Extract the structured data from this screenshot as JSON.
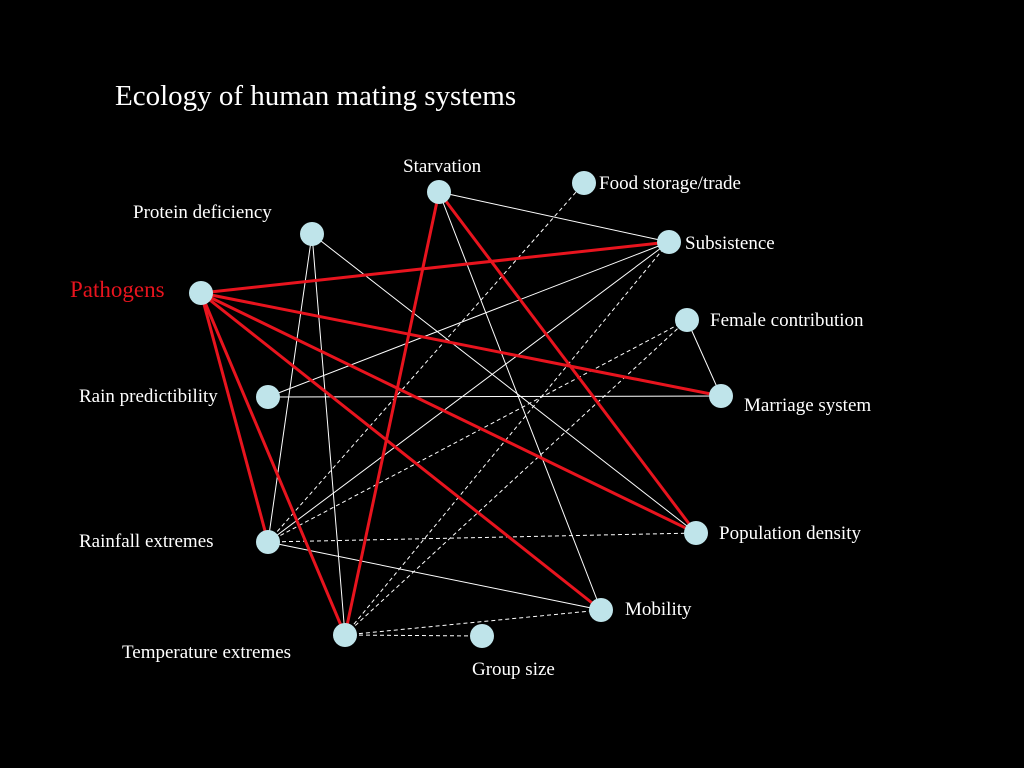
{
  "title": "Ecology of human mating systems",
  "colors": {
    "background": "#000000",
    "node": "#bfe4ea",
    "link": "#ffffff",
    "highlight": "#e8141e"
  },
  "nodes": [
    {
      "id": "starvation",
      "label": "Starvation"
    },
    {
      "id": "food_storage",
      "label": "Food storage/trade"
    },
    {
      "id": "protein",
      "label": "Protein deficiency"
    },
    {
      "id": "subsistence",
      "label": "Subsistence"
    },
    {
      "id": "pathogens",
      "label": "Pathogens",
      "highlight": true
    },
    {
      "id": "female_contribution",
      "label": "Female contribution"
    },
    {
      "id": "rain_predictability",
      "label": "Rain predictibility"
    },
    {
      "id": "marriage_system",
      "label": "Marriage system"
    },
    {
      "id": "population_density",
      "label": "Population density"
    },
    {
      "id": "rainfall_extremes",
      "label": "Rainfall extremes"
    },
    {
      "id": "mobility",
      "label": "Mobility"
    },
    {
      "id": "temperature_extremes",
      "label": "Temperature extremes"
    },
    {
      "id": "group_size",
      "label": "Group size"
    }
  ],
  "edges": [
    {
      "from": "pathogens",
      "to": "subsistence",
      "style": "red"
    },
    {
      "from": "pathogens",
      "to": "marriage_system",
      "style": "red"
    },
    {
      "from": "pathogens",
      "to": "population_density",
      "style": "red"
    },
    {
      "from": "pathogens",
      "to": "mobility",
      "style": "red"
    },
    {
      "from": "pathogens",
      "to": "rainfall_extremes",
      "style": "red"
    },
    {
      "from": "pathogens",
      "to": "temperature_extremes",
      "style": "red"
    },
    {
      "from": "starvation",
      "to": "temperature_extremes",
      "style": "red"
    },
    {
      "from": "starvation",
      "to": "population_density",
      "style": "red"
    },
    {
      "from": "starvation",
      "to": "subsistence",
      "style": "solid"
    },
    {
      "from": "starvation",
      "to": "mobility",
      "style": "solid"
    },
    {
      "from": "protein",
      "to": "rainfall_extremes",
      "style": "solid"
    },
    {
      "from": "protein",
      "to": "temperature_extremes",
      "style": "solid"
    },
    {
      "from": "protein",
      "to": "population_density",
      "style": "solid"
    },
    {
      "from": "rain_predictability",
      "to": "marriage_system",
      "style": "solid"
    },
    {
      "from": "rain_predictability",
      "to": "subsistence",
      "style": "solid"
    },
    {
      "from": "female_contribution",
      "to": "marriage_system",
      "style": "solid"
    },
    {
      "from": "rainfall_extremes",
      "to": "subsistence",
      "style": "solid"
    },
    {
      "from": "rainfall_extremes",
      "to": "mobility",
      "style": "solid"
    },
    {
      "from": "rainfall_extremes",
      "to": "population_density",
      "style": "dashed"
    },
    {
      "from": "rainfall_extremes",
      "to": "food_storage",
      "style": "dashed"
    },
    {
      "from": "rainfall_extremes",
      "to": "female_contribution",
      "style": "dashed"
    },
    {
      "from": "temperature_extremes",
      "to": "subsistence",
      "style": "dashed"
    },
    {
      "from": "temperature_extremes",
      "to": "female_contribution",
      "style": "dashed"
    },
    {
      "from": "temperature_extremes",
      "to": "mobility",
      "style": "dashed"
    },
    {
      "from": "temperature_extremes",
      "to": "group_size",
      "style": "dashed"
    }
  ]
}
